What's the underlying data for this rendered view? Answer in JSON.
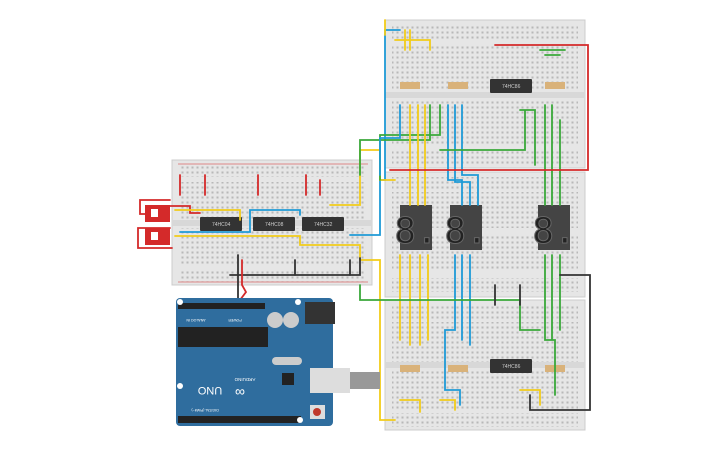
{
  "canvas": {
    "title": "Circuit schematic view"
  },
  "chips": [
    {
      "id": "left-1",
      "label": "74HC04"
    },
    {
      "id": "left-2",
      "label": "74HC08"
    },
    {
      "id": "left-3",
      "label": "74HC32"
    },
    {
      "id": "right-top",
      "label": "74HC86"
    },
    {
      "id": "right-bottom",
      "label": "74HC86"
    }
  ],
  "arduino": {
    "model": "UNO",
    "brand": "ARDUINO",
    "digital_label": "DIGITAL (PWM~)",
    "analog_label": "ANALOG IN",
    "power_label": "POWER"
  },
  "displays": [
    {
      "digit": "8."
    },
    {
      "digit": "8."
    },
    {
      "digit": "8."
    }
  ],
  "colors": {
    "breadboard": "#e9e9e9",
    "arduino": "#2f6d9e",
    "wire_yellow": "#f2cc1a",
    "wire_blue": "#1f9ad6",
    "wire_green": "#3aa83a",
    "wire_red": "#d42a2a",
    "wire_black": "#333333",
    "switch": "#d42a2a"
  }
}
